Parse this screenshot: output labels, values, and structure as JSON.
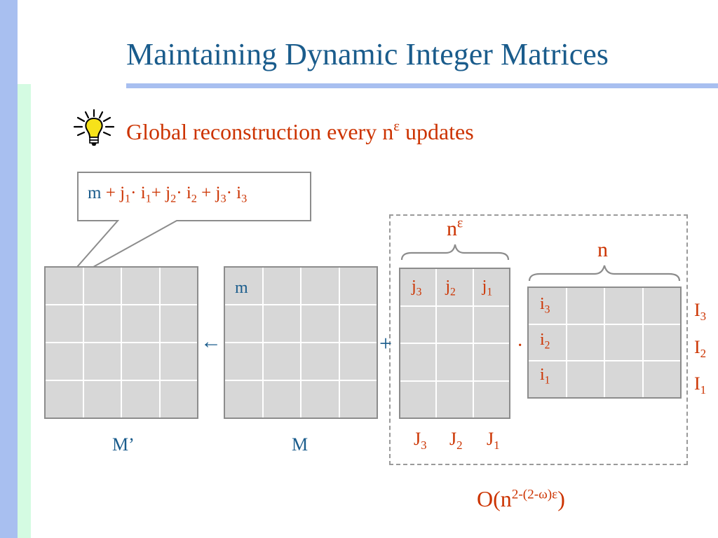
{
  "slide": {
    "title": "Maintaining Dynamic Integer Matrices",
    "bullet": "Global reconstruction every n",
    "bullet_sup": "ε",
    "bullet_tail": " updates"
  },
  "callout": {
    "m": "m",
    "plus": "+",
    "j": "j",
    "i": "i",
    "dot": "·",
    "idx1": "1",
    "idx2": "2",
    "idx3": "3"
  },
  "matrices": {
    "m_prime_label": "M’",
    "m_label": "M",
    "m_cell": "m",
    "arrow": "←",
    "plus": "+",
    "dot": "·",
    "n_eps_base": "n",
    "n_eps_sup": "ε",
    "n_label": "n",
    "col_letter": "j",
    "big_col_letter": "J",
    "row_letter": "i",
    "big_row_letter": "I",
    "idx1": "1",
    "idx2": "2",
    "idx3": "3"
  },
  "complexity": {
    "prefix": "O(n",
    "exponent": "2-(2-ω)ε",
    "suffix": ")"
  },
  "colors": {
    "title_blue": "#1a5c8c",
    "accent_red": "#cc3300",
    "rule_blue": "#a8bff0",
    "cell_gray": "#d7d7d7"
  },
  "icons": [
    "lightbulb-icon"
  ]
}
